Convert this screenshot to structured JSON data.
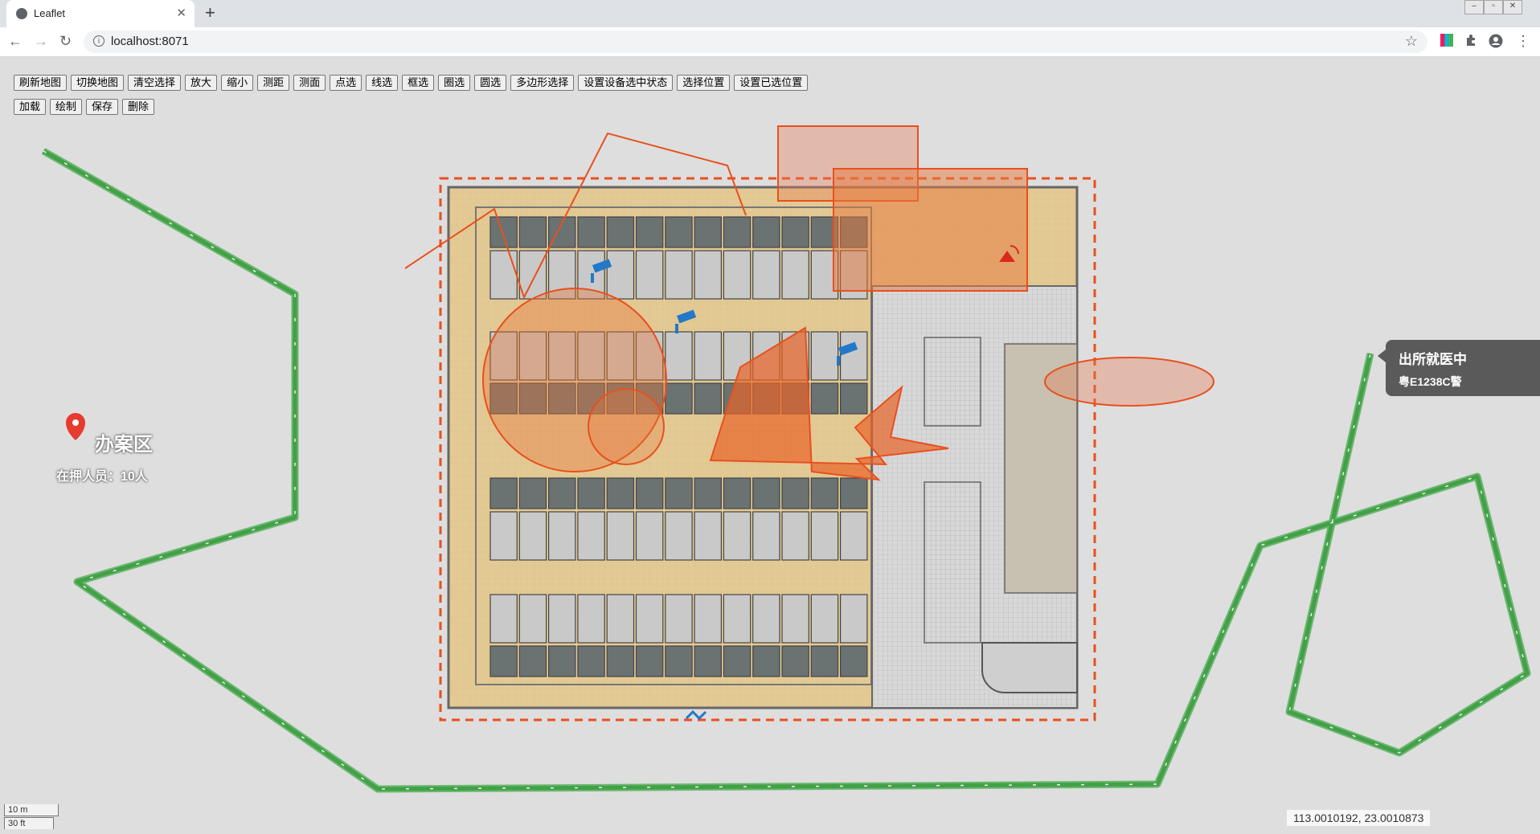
{
  "browser": {
    "tab_title": "Leaflet",
    "tab_close": "✕",
    "new_tab": "+",
    "url": "localhost:8071",
    "back": "←",
    "forward": "→",
    "reload": "↻",
    "info": "i",
    "star": "☆",
    "menu": "⋮"
  },
  "toolbar": {
    "row1": [
      "刷新地图",
      "切换地图",
      "清空选择",
      "放大",
      "缩小",
      "测距",
      "测面",
      "点选",
      "线选",
      "框选",
      "圈选",
      "圆选",
      "多边形选择",
      "设置设备选中状态",
      "选择位置",
      "设置已选位置"
    ],
    "row2": [
      "加载",
      "绘制",
      "保存",
      "删除"
    ]
  },
  "map": {
    "office_marker": {
      "title": "办案区",
      "subtitle": "在押人员：10人"
    },
    "popup": {
      "title": "出所就医中",
      "plate": "粤E1238C警"
    },
    "coordinates": "113.0010192, 23.0010873",
    "scale": {
      "metric": "10 m",
      "imperial": "30 ft"
    },
    "colors": {
      "route": "#4caf50",
      "draw": "#e8501e",
      "fill": "rgba(232,120,60,0.45)",
      "building": "#e3c994",
      "cell_dark": "#6a7272",
      "cell_light": "#c9c9c9",
      "camera": "#2478c8",
      "alarm": "#d82a1a"
    }
  }
}
